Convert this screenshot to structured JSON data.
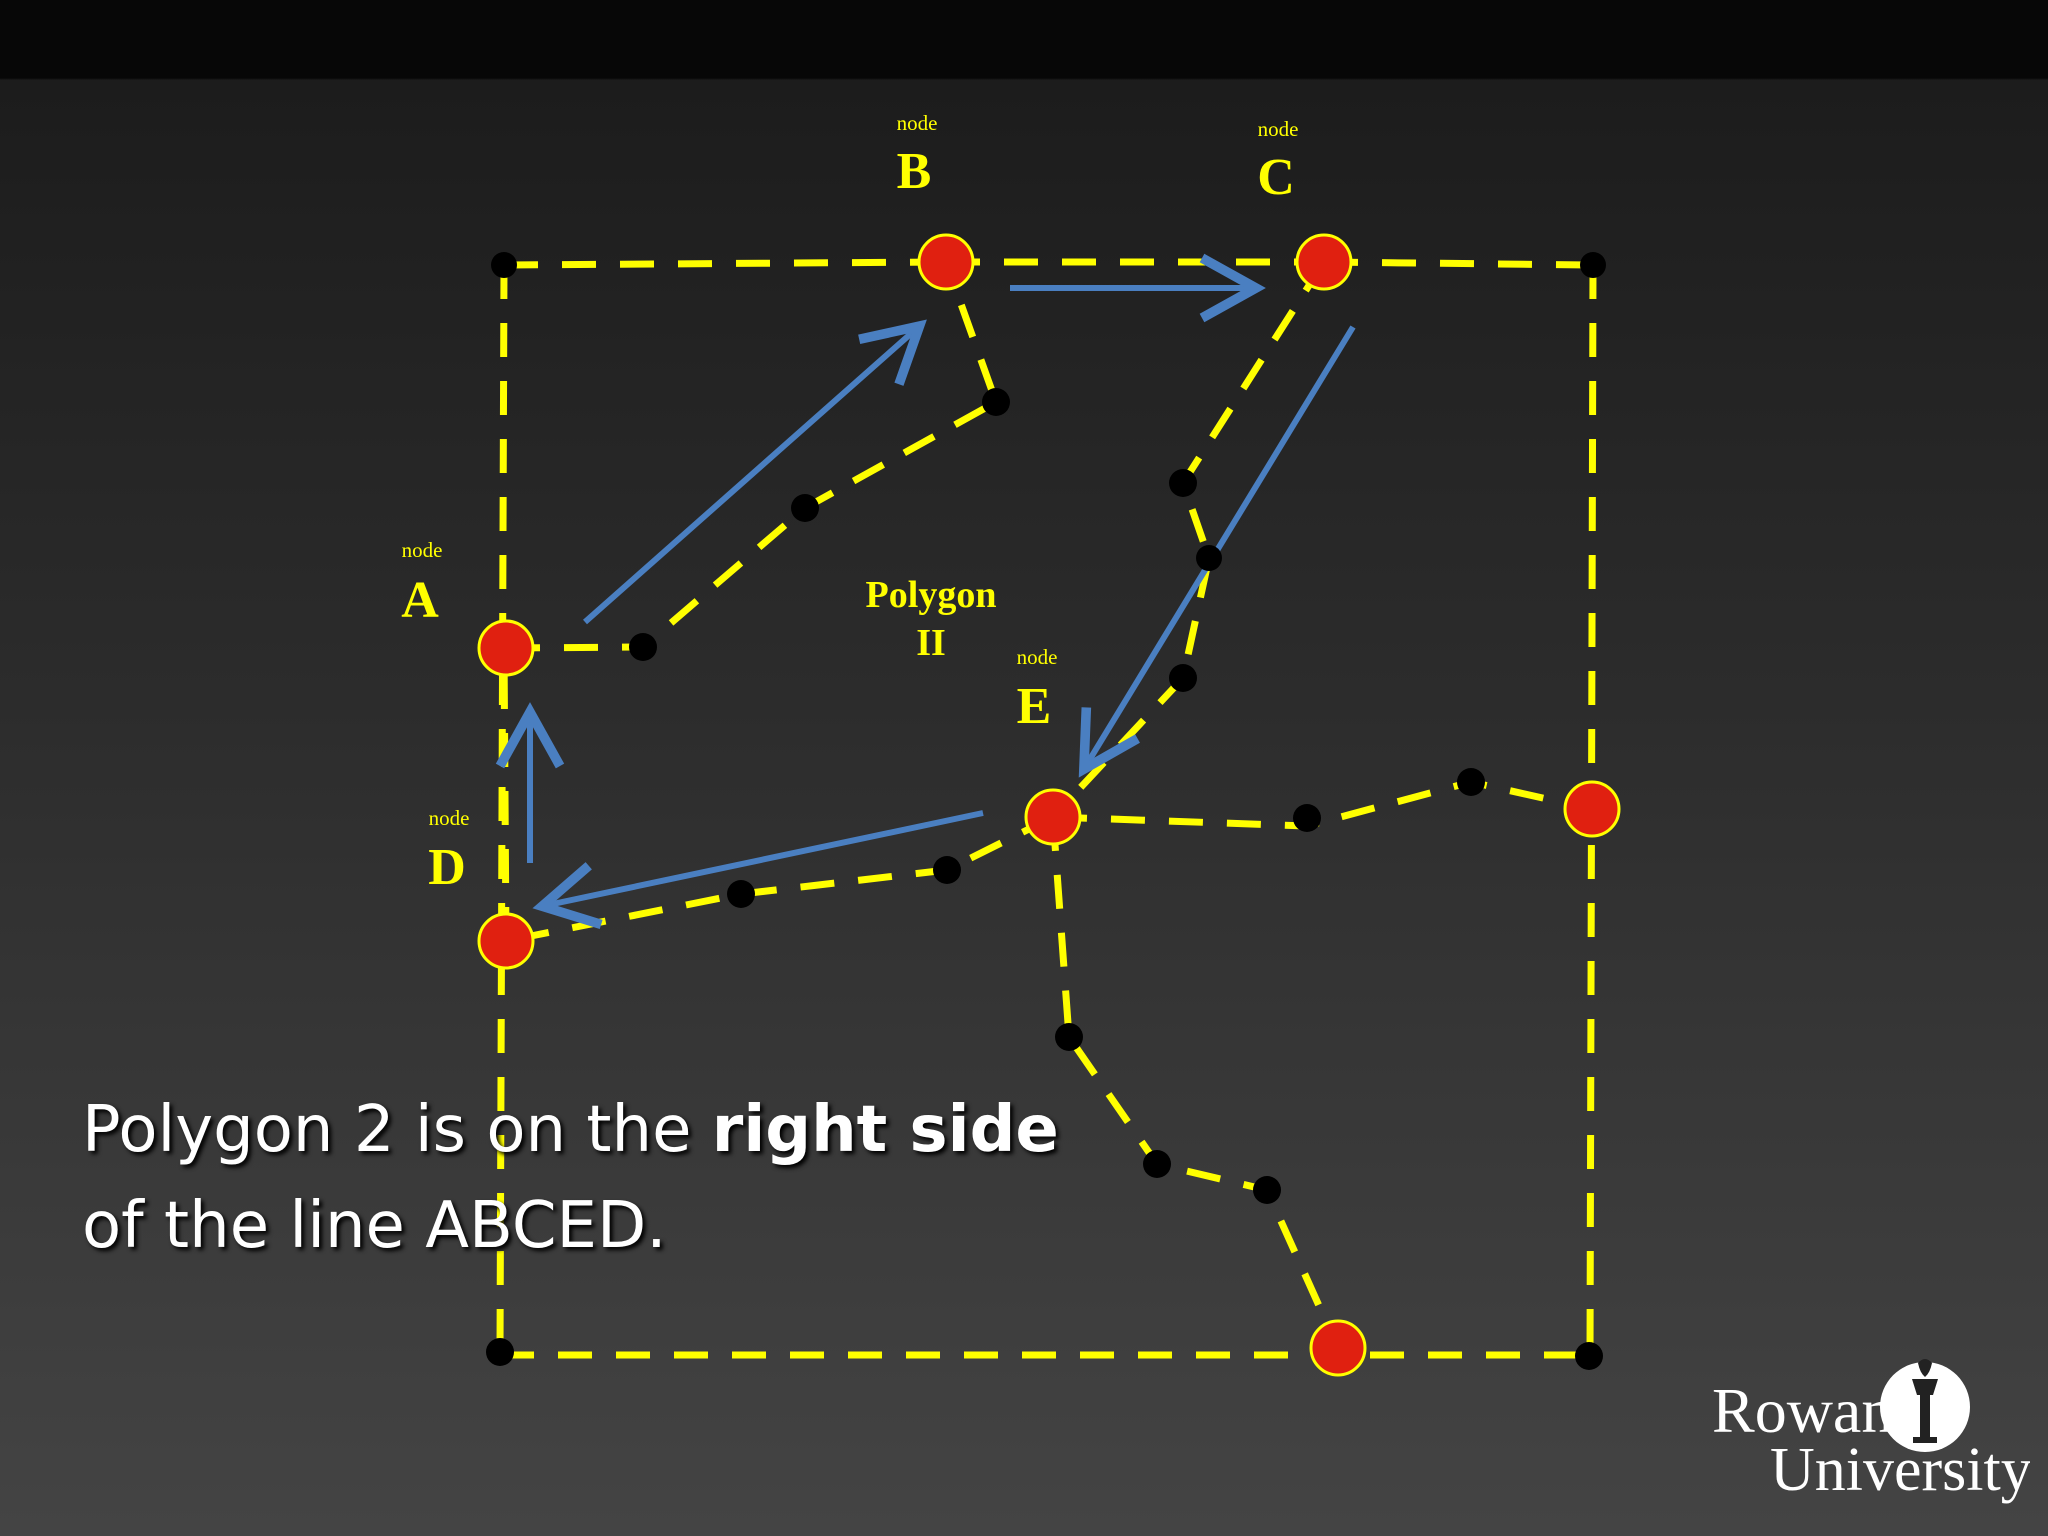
{
  "colors": {
    "background_top": "#070707",
    "background_bottom": "#444444",
    "dashed_line": "#ffff00",
    "node_fill": "#e02010",
    "node_stroke": "#ffff00",
    "vertex_fill": "#000000",
    "arrow": "#4a7fc1",
    "label": "#ffff00",
    "caption": "#ffffff"
  },
  "nodes": {
    "a": {
      "small": "node",
      "letter": "A"
    },
    "b": {
      "small": "node",
      "letter": "B"
    },
    "c": {
      "small": "node",
      "letter": "C"
    },
    "d": {
      "small": "node",
      "letter": "D"
    },
    "e": {
      "small": "node",
      "letter": "E"
    }
  },
  "polygon_label": {
    "line1": "Polygon",
    "line2": "II"
  },
  "caption": {
    "part1": "Polygon 2 is on the ",
    "bold": "right side",
    "part2": "of the line ABCED."
  },
  "logo": {
    "line1": "Rowan",
    "line2": "University",
    "icon": "torch-icon"
  }
}
